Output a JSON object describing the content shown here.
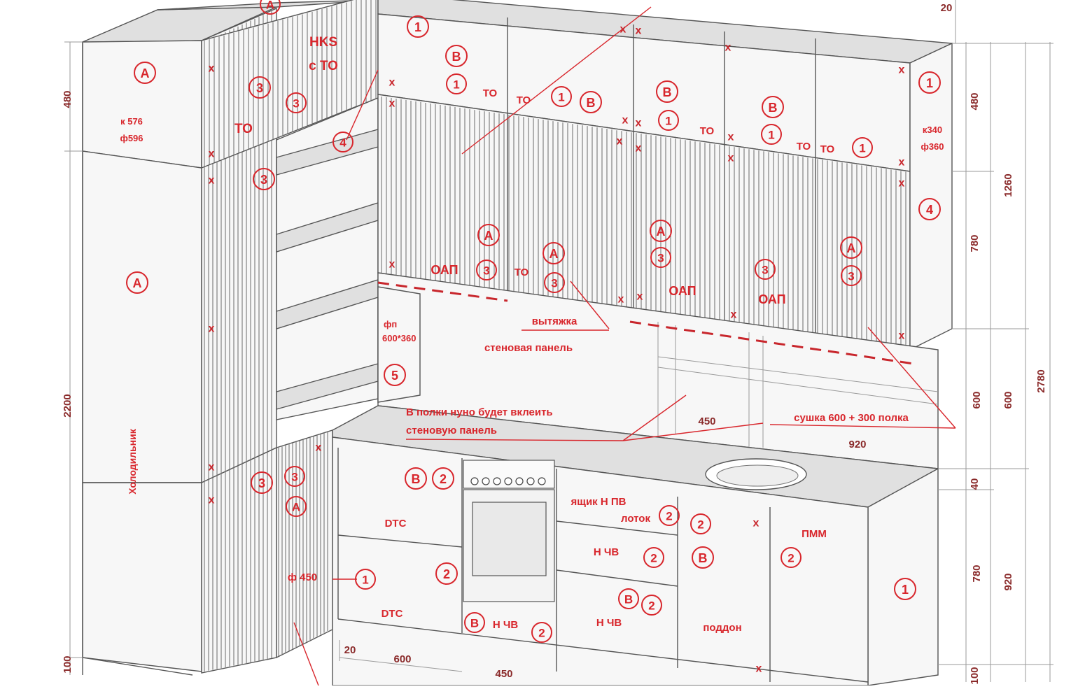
{
  "markers": [
    "A",
    "B",
    "1",
    "2",
    "3",
    "4",
    "5"
  ],
  "dimensions": {
    "top_20": "20",
    "left_480": "480",
    "left_2200": "2200",
    "left_100": "100",
    "right_480": "480",
    "right_1260": "1260",
    "right_780_top": "780",
    "right_2780": "2780",
    "right_600a": "600",
    "right_600b": "600",
    "right_40": "40",
    "right_780_bottom": "780",
    "right_920": "920",
    "right_100": "100",
    "bottom_20": "20",
    "bottom_600": "600",
    "bottom_450": "450",
    "mid_450": "450",
    "mid_920": "920"
  },
  "labels": {
    "k576": "к 576",
    "f596": "ф596",
    "hks": "HKS",
    "s_to": "с ТО",
    "to": "ТО",
    "k340": "к340",
    "f360": "ф360",
    "fridge": "Холодильник",
    "oap": "ОАП",
    "hood": "вытяжка",
    "wall_panel": "стеновая панель",
    "fp": "фп",
    "fp_size": "600*360",
    "shelf_note_1": "В полки нуно будет вклеить",
    "shelf_note_2": "стеновую панель",
    "dryer": "сушка 600 + 300 полка",
    "dtc": "DTC",
    "drawer_npv": "ящик Н ПВ",
    "tray": "лоток",
    "nchv": "Н ЧВ",
    "pallet": "поддон",
    "dishwasher": "ПММ",
    "f450": "ф 450",
    "x": "x"
  }
}
